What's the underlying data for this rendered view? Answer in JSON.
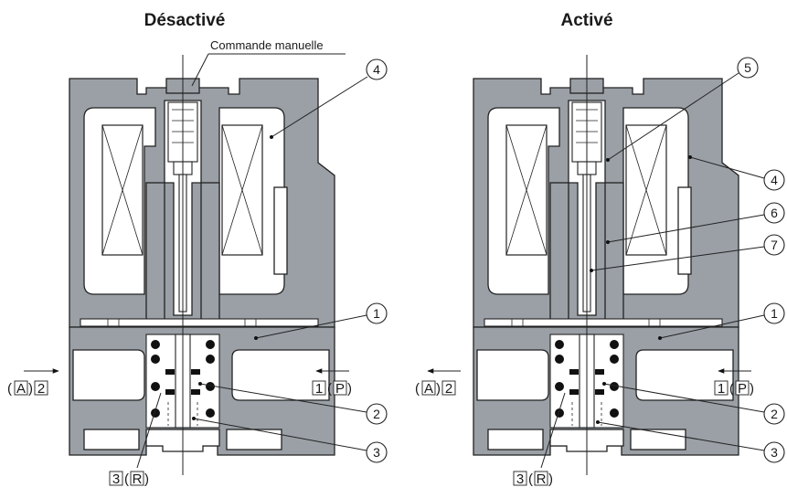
{
  "left_panel": {
    "title": "Désactivé",
    "manual_label": "Commande manuelle",
    "port_a": "A",
    "port_a_num": "2",
    "port_p_num": "1",
    "port_p": "P",
    "port_r_num": "3",
    "port_r": "R",
    "callouts": [
      "4",
      "1",
      "2",
      "3"
    ]
  },
  "right_panel": {
    "title": "Activé",
    "port_a": "A",
    "port_a_num": "2",
    "port_p_num": "1",
    "port_p": "P",
    "port_r_num": "3",
    "port_r": "R",
    "callouts": [
      "5",
      "4",
      "6",
      "7",
      "1",
      "2",
      "3"
    ]
  },
  "paren_open": "(",
  "paren_close": ")"
}
